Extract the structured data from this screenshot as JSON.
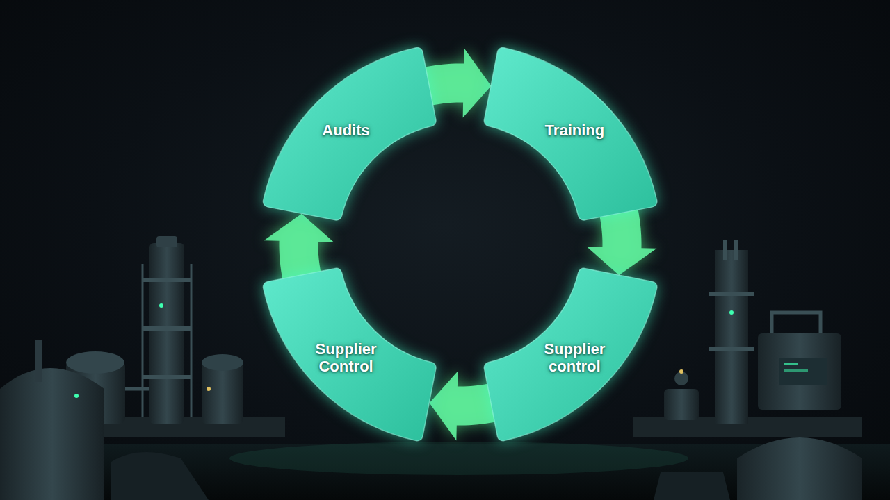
{
  "diagram": {
    "nodes": [
      {
        "text": [
          "Audits"
        ]
      },
      {
        "text": [
          "Training"
        ]
      },
      {
        "text": [
          "Supplier control"
        ]
      },
      {
        "text": [
          "Supplier Control"
        ]
      }
    ],
    "edges": [
      {
        "from": 0,
        "to": 1,
        "arrow": "to"
      },
      {
        "from": 1,
        "to": 2,
        "arrow": "to"
      },
      {
        "from": 2,
        "to": 3,
        "arrow": "to"
      },
      {
        "from": 3,
        "to": 0,
        "arrow": "to"
      }
    ]
  }
}
